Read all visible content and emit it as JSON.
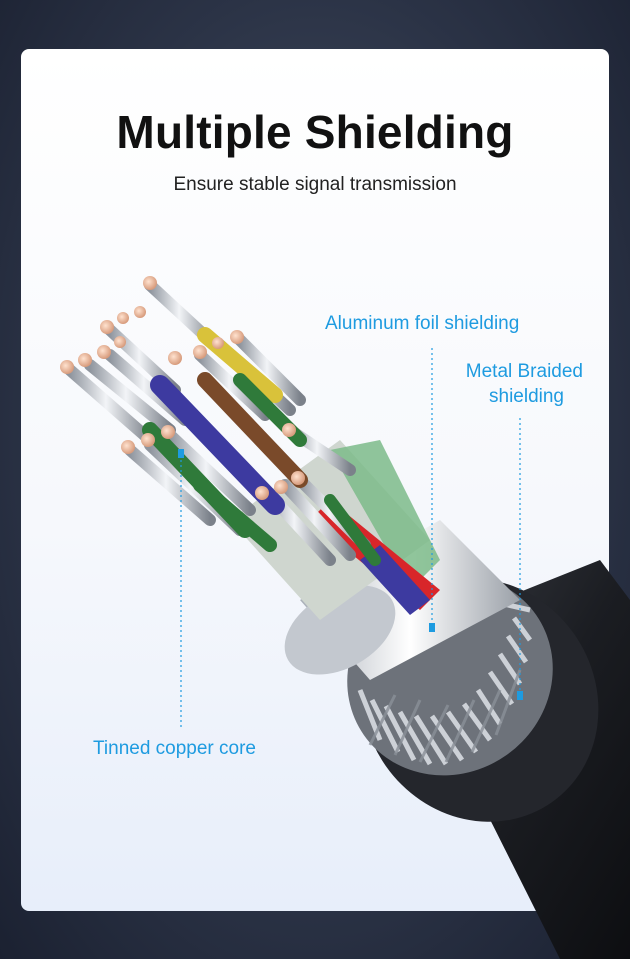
{
  "header": {
    "title": "Multiple Shielding",
    "subtitle": "Ensure stable signal transmission"
  },
  "callouts": {
    "foil": "Aluminum foil shielding",
    "braid_line1": "Metal Braided",
    "braid_line2": "shielding",
    "core": "Tinned copper core"
  },
  "colors": {
    "accent": "#1e9be0",
    "background": "#2b3346",
    "card": "#ffffff"
  }
}
